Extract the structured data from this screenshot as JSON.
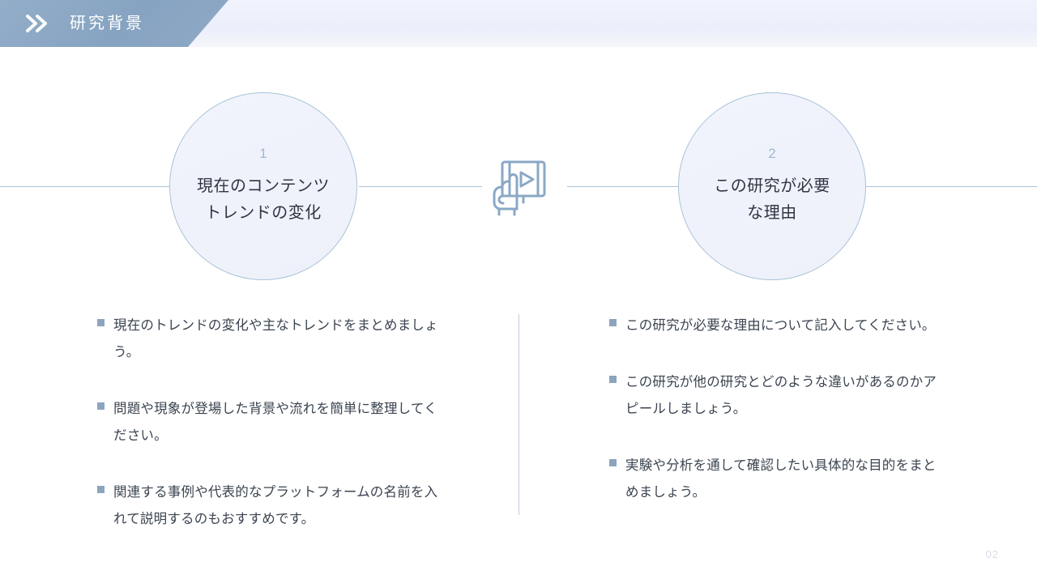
{
  "header": {
    "title": "研究背景",
    "chevron_icon": "double-chevron-right-icon",
    "tab_color": "#8aa6c3",
    "band_color": "#eef1fb",
    "title_color": "#ffffff"
  },
  "diagram": {
    "center_icon": "hand-holding-video-play-screen-icon",
    "icon_color": "#8aa8c6",
    "line_color": "#a9c2d4",
    "circles": [
      {
        "number": "1",
        "label": "現在のコンテンツ\nトレンドの変化",
        "label_line1": "現在のコンテンツ",
        "label_line2": "トレンドの変化",
        "border_color": "#a7c3d6",
        "fill_color": "#f0f2fb",
        "number_color": "#9db8d0"
      },
      {
        "number": "2",
        "label": "この研究が必要\nな理由",
        "label_line1": "この研究が必要",
        "label_line2": "な理由",
        "border_color": "#a7c3d6",
        "fill_color": "#f0f2fb",
        "number_color": "#9db8d0"
      }
    ]
  },
  "content": {
    "bullet_marker_color": "#8ca4bd",
    "divider_color": "#c9cbdd",
    "left_column": [
      "現在のトレンドの変化や主なトレンドをまとめましょう。",
      "問題や現象が登場した背景や流れを簡単に整理してください。",
      "関連する事例や代表的なプラットフォームの名前を入れて説明するのもおすすめです。"
    ],
    "right_column": [
      "この研究が必要な理由について記入してください。",
      "この研究が他の研究とどのような違いがあるのかアピールしましょう。",
      "実験や分析を通して確認したい具体的な目的をまとめましょう。"
    ]
  },
  "footer": {
    "page_number": "02",
    "page_number_color": "#d8dbe6"
  }
}
